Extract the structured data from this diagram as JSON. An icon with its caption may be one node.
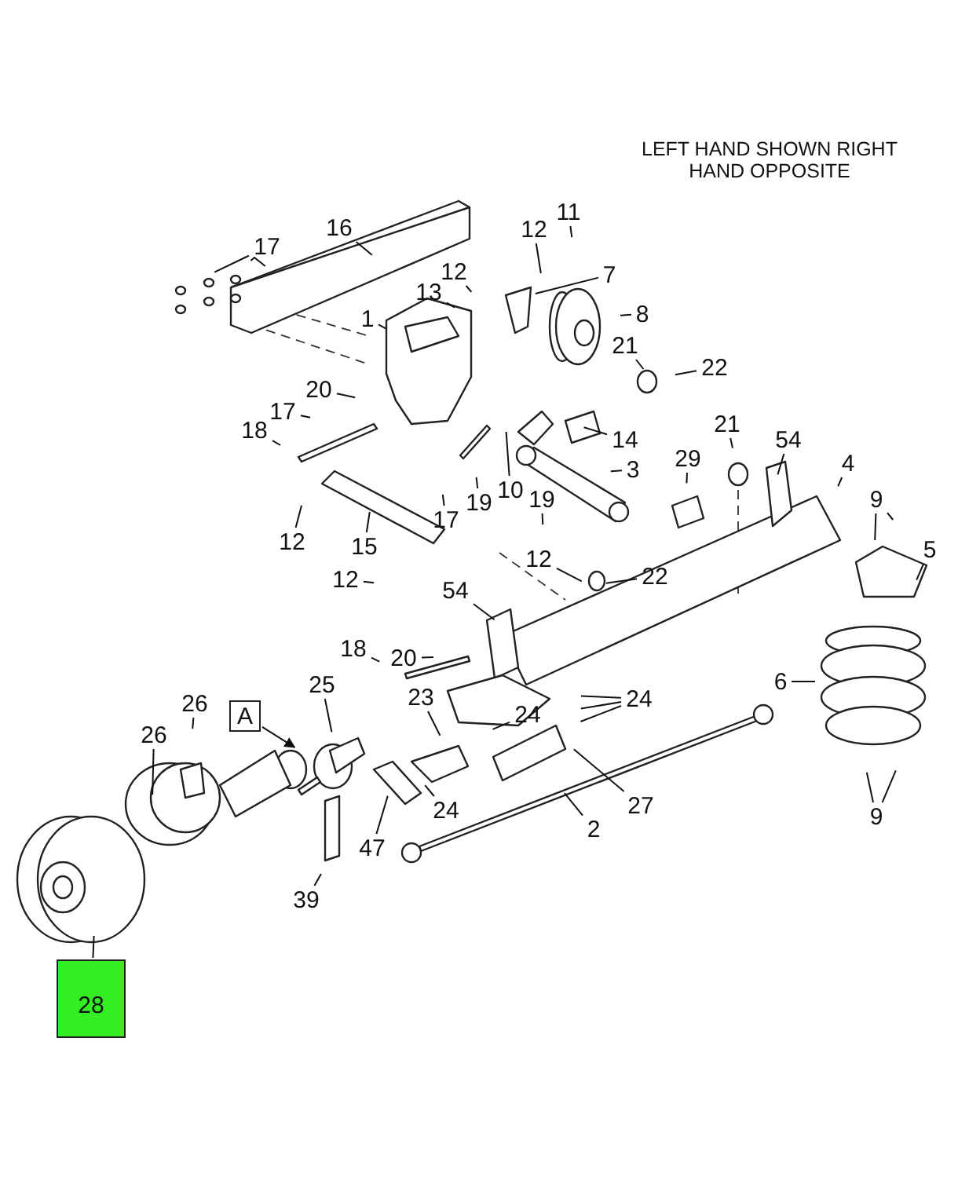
{
  "diagram": {
    "nodes": [
      {
        "text": [
          "16"
        ]
      },
      {
        "text": [
          "17"
        ]
      },
      {
        "text": [
          "12"
        ]
      },
      {
        "text": [
          "11"
        ]
      },
      {
        "text": [
          "12"
        ]
      },
      {
        "text": [
          "13"
        ]
      },
      {
        "text": [
          "7"
        ]
      },
      {
        "text": [
          "1"
        ]
      },
      {
        "text": [
          "8"
        ]
      },
      {
        "text": [
          "21"
        ]
      },
      {
        "text": [
          "22"
        ]
      },
      {
        "text": [
          "20"
        ]
      },
      {
        "text": [
          "17"
        ]
      },
      {
        "text": [
          "18"
        ]
      },
      {
        "text": [
          "14"
        ]
      },
      {
        "text": [
          "3"
        ]
      },
      {
        "text": [
          "19"
        ]
      },
      {
        "text": [
          "10"
        ]
      },
      {
        "text": [
          "17"
        ]
      },
      {
        "text": [
          "12"
        ]
      },
      {
        "text": [
          "15"
        ]
      },
      {
        "text": [
          "29"
        ]
      },
      {
        "text": [
          "21"
        ]
      },
      {
        "text": [
          "54"
        ]
      },
      {
        "text": [
          "4"
        ]
      },
      {
        "text": [
          "9"
        ]
      },
      {
        "text": [
          "5"
        ]
      },
      {
        "text": [
          "19"
        ]
      },
      {
        "text": [
          "12"
        ]
      },
      {
        "text": [
          "12"
        ]
      },
      {
        "text": [
          "22"
        ]
      },
      {
        "text": [
          "54"
        ]
      },
      {
        "text": [
          "18"
        ]
      },
      {
        "text": [
          "20"
        ]
      },
      {
        "text": [
          "6"
        ]
      },
      {
        "text": [
          "24"
        ]
      },
      {
        "text": [
          "A"
        ]
      },
      {
        "text": [
          "25"
        ]
      },
      {
        "text": [
          "23"
        ]
      },
      {
        "text": [
          "24"
        ]
      },
      {
        "text": [
          "26"
        ]
      },
      {
        "text": [
          "26"
        ]
      },
      {
        "text": [
          "24"
        ]
      },
      {
        "text": [
          "27"
        ]
      },
      {
        "text": [
          "2"
        ]
      },
      {
        "text": [
          "47"
        ]
      },
      {
        "text": [
          "39"
        ]
      },
      {
        "text": [
          "9"
        ]
      },
      {
        "text": [
          "28"
        ]
      }
    ],
    "edges": [
      {
        "from": 0,
        "to": null,
        "arrow": "none"
      },
      {
        "from": 1,
        "to": null,
        "arrow": "none"
      },
      {
        "from": 1,
        "to": null,
        "arrow": "none"
      },
      {
        "from": 2,
        "to": null,
        "arrow": "none"
      },
      {
        "from": 3,
        "to": null,
        "arrow": "none"
      },
      {
        "from": 4,
        "to": null,
        "arrow": "none"
      },
      {
        "from": 5,
        "to": null,
        "arrow": "none"
      },
      {
        "from": 6,
        "to": null,
        "arrow": "none"
      },
      {
        "from": 7,
        "to": null,
        "arrow": "none"
      },
      {
        "from": 8,
        "to": null,
        "arrow": "none"
      },
      {
        "from": 9,
        "to": null,
        "arrow": "none"
      },
      {
        "from": 10,
        "to": null,
        "arrow": "none"
      },
      {
        "from": 11,
        "to": null,
        "arrow": "none"
      },
      {
        "from": 12,
        "to": null,
        "arrow": "none"
      },
      {
        "from": 13,
        "to": null,
        "arrow": "none"
      },
      {
        "from": 14,
        "to": null,
        "arrow": "none"
      },
      {
        "from": 15,
        "to": null,
        "arrow": "none"
      },
      {
        "from": 16,
        "to": null,
        "arrow": "none"
      },
      {
        "from": 17,
        "to": null,
        "arrow": "none"
      },
      {
        "from": 18,
        "to": null,
        "arrow": "none"
      },
      {
        "from": 19,
        "to": null,
        "arrow": "none"
      },
      {
        "from": 20,
        "to": null,
        "arrow": "none"
      },
      {
        "from": 21,
        "to": null,
        "arrow": "none"
      },
      {
        "from": 22,
        "to": null,
        "arrow": "none"
      },
      {
        "from": 23,
        "to": null,
        "arrow": "none"
      },
      {
        "from": 24,
        "to": null,
        "arrow": "none"
      },
      {
        "from": 25,
        "to": null,
        "arrow": "none"
      },
      {
        "from": 25,
        "to": null,
        "arrow": "none"
      },
      {
        "from": 26,
        "to": null,
        "arrow": "none"
      },
      {
        "from": 27,
        "to": null,
        "arrow": "none"
      },
      {
        "from": 28,
        "to": null,
        "arrow": "none"
      },
      {
        "from": 29,
        "to": null,
        "arrow": "none"
      },
      {
        "from": 30,
        "to": null,
        "arrow": "none"
      },
      {
        "from": 31,
        "to": null,
        "arrow": "none"
      },
      {
        "from": 32,
        "to": null,
        "arrow": "none"
      },
      {
        "from": 33,
        "to": null,
        "arrow": "none"
      },
      {
        "from": 34,
        "to": null,
        "arrow": "none"
      },
      {
        "from": 35,
        "to": null,
        "arrow": "none"
      },
      {
        "from": 35,
        "to": null,
        "arrow": "none"
      },
      {
        "from": 35,
        "to": null,
        "arrow": "none"
      },
      {
        "from": 36,
        "to": null,
        "arrow": "to"
      },
      {
        "from": 37,
        "to": null,
        "arrow": "none"
      },
      {
        "from": 38,
        "to": null,
        "arrow": "none"
      },
      {
        "from": 39,
        "to": null,
        "arrow": "none"
      },
      {
        "from": 40,
        "to": null,
        "arrow": "none"
      },
      {
        "from": 41,
        "to": null,
        "arrow": "none"
      },
      {
        "from": 42,
        "to": null,
        "arrow": "none"
      },
      {
        "from": 43,
        "to": null,
        "arrow": "none"
      },
      {
        "from": 44,
        "to": null,
        "arrow": "none"
      },
      {
        "from": 45,
        "to": null,
        "arrow": "none"
      },
      {
        "from": 46,
        "to": null,
        "arrow": "none"
      },
      {
        "from": 47,
        "to": null,
        "arrow": "none"
      },
      {
        "from": 47,
        "to": null,
        "arrow": "none"
      },
      {
        "from": 48,
        "to": null,
        "arrow": "none"
      }
    ],
    "labels": [
      "LEFT HAND SHOWN RIGHT HAND OPPOSITE"
    ]
  }
}
